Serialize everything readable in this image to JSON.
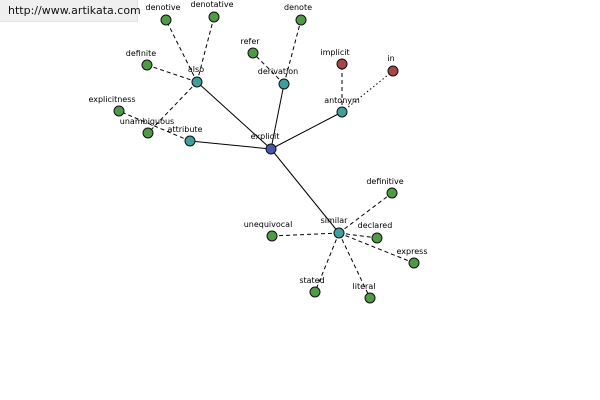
{
  "banner": {
    "text": "http://www.artikata.com"
  },
  "graph": {
    "colors": {
      "center": "#4b56a8",
      "hub": "#3f9f9b",
      "synonym": "#4e9a46",
      "antonym": "#a54545",
      "edge": "#000000"
    },
    "nodes": [
      {
        "id": "explicit",
        "label": "explicit",
        "kind": "center"
      },
      {
        "id": "also",
        "label": "also",
        "kind": "hub"
      },
      {
        "id": "derivation",
        "label": "derivation",
        "kind": "hub"
      },
      {
        "id": "antonym",
        "label": "antonym",
        "kind": "hub"
      },
      {
        "id": "attribute",
        "label": "attribute",
        "kind": "hub"
      },
      {
        "id": "similar",
        "label": "similar",
        "kind": "hub"
      },
      {
        "id": "denotive",
        "label": "denotive",
        "kind": "synonym"
      },
      {
        "id": "denotative",
        "label": "denotative",
        "kind": "synonym"
      },
      {
        "id": "definite",
        "label": "definite",
        "kind": "synonym"
      },
      {
        "id": "explicitness",
        "label": "explicitness",
        "kind": "synonym"
      },
      {
        "id": "unambiguous",
        "label": "unambiguous",
        "kind": "synonym"
      },
      {
        "id": "refer",
        "label": "refer",
        "kind": "synonym"
      },
      {
        "id": "denote",
        "label": "denote",
        "kind": "synonym"
      },
      {
        "id": "implicit",
        "label": "implicit",
        "kind": "antonym"
      },
      {
        "id": "in",
        "label": "in",
        "kind": "antonym"
      },
      {
        "id": "definitive",
        "label": "definitive",
        "kind": "synonym"
      },
      {
        "id": "unequivocal",
        "label": "unequivocal",
        "kind": "synonym"
      },
      {
        "id": "declared",
        "label": "declared",
        "kind": "synonym"
      },
      {
        "id": "express",
        "label": "express",
        "kind": "synonym"
      },
      {
        "id": "stated",
        "label": "stated",
        "kind": "synonym"
      },
      {
        "id": "literal",
        "label": "literal",
        "kind": "synonym"
      }
    ],
    "edges": [
      {
        "from": "explicit",
        "to": "also",
        "style": "solid"
      },
      {
        "from": "explicit",
        "to": "derivation",
        "style": "solid"
      },
      {
        "from": "explicit",
        "to": "antonym",
        "style": "solid"
      },
      {
        "from": "explicit",
        "to": "attribute",
        "style": "solid"
      },
      {
        "from": "explicit",
        "to": "similar",
        "style": "solid"
      },
      {
        "from": "also",
        "to": "denotive",
        "style": "dashed"
      },
      {
        "from": "also",
        "to": "denotative",
        "style": "dashed"
      },
      {
        "from": "also",
        "to": "definite",
        "style": "dashed"
      },
      {
        "from": "also",
        "to": "unambiguous",
        "style": "dashed"
      },
      {
        "from": "derivation",
        "to": "refer",
        "style": "dashed"
      },
      {
        "from": "derivation",
        "to": "denote",
        "style": "dashed"
      },
      {
        "from": "attribute",
        "to": "explicitness",
        "style": "dashed"
      },
      {
        "from": "antonym",
        "to": "implicit",
        "style": "dashed"
      },
      {
        "from": "antonym",
        "to": "in",
        "style": "dotted"
      },
      {
        "from": "similar",
        "to": "definitive",
        "style": "dashed"
      },
      {
        "from": "similar",
        "to": "unequivocal",
        "style": "dashed"
      },
      {
        "from": "similar",
        "to": "declared",
        "style": "dashed"
      },
      {
        "from": "similar",
        "to": "express",
        "style": "dashed"
      },
      {
        "from": "similar",
        "to": "stated",
        "style": "dashed"
      },
      {
        "from": "similar",
        "to": "literal",
        "style": "dashed"
      }
    ]
  }
}
